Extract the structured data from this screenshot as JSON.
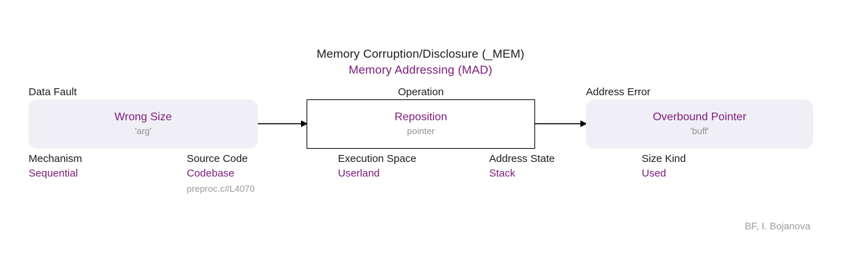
{
  "title": {
    "main": "Memory Corruption/Disclosure (_MEM)",
    "sub": "Memory Addressing (MAD)"
  },
  "stages": {
    "data_fault": {
      "caption": "Data Fault",
      "node_title": "Wrong Size",
      "node_sub": "'arg'"
    },
    "operation": {
      "caption": "Operation",
      "node_title": "Reposition",
      "node_sub": "pointer"
    },
    "address_error": {
      "caption": "Address Error",
      "node_title": "Overbound Pointer",
      "node_sub": "'buff'"
    }
  },
  "attributes": {
    "mechanism": {
      "label": "Mechanism",
      "value": "Sequential"
    },
    "source_code": {
      "label": "Source Code",
      "value": "Codebase",
      "detail": "preproc.c#L4070"
    },
    "execution_space": {
      "label": "Execution Space",
      "value": "Userland"
    },
    "address_state": {
      "label": "Address State",
      "value": "Stack"
    },
    "size_kind": {
      "label": "Size Kind",
      "value": "Used"
    }
  },
  "footer": {
    "attribution": "BF, I. Bojanova"
  },
  "colors": {
    "accent_purple": "#7B1A78",
    "node_fill": "#F1EFF6",
    "text_dark": "#1a1a1a",
    "text_muted": "#9a9a9a",
    "border_black": "#000000",
    "background": "#ffffff"
  }
}
